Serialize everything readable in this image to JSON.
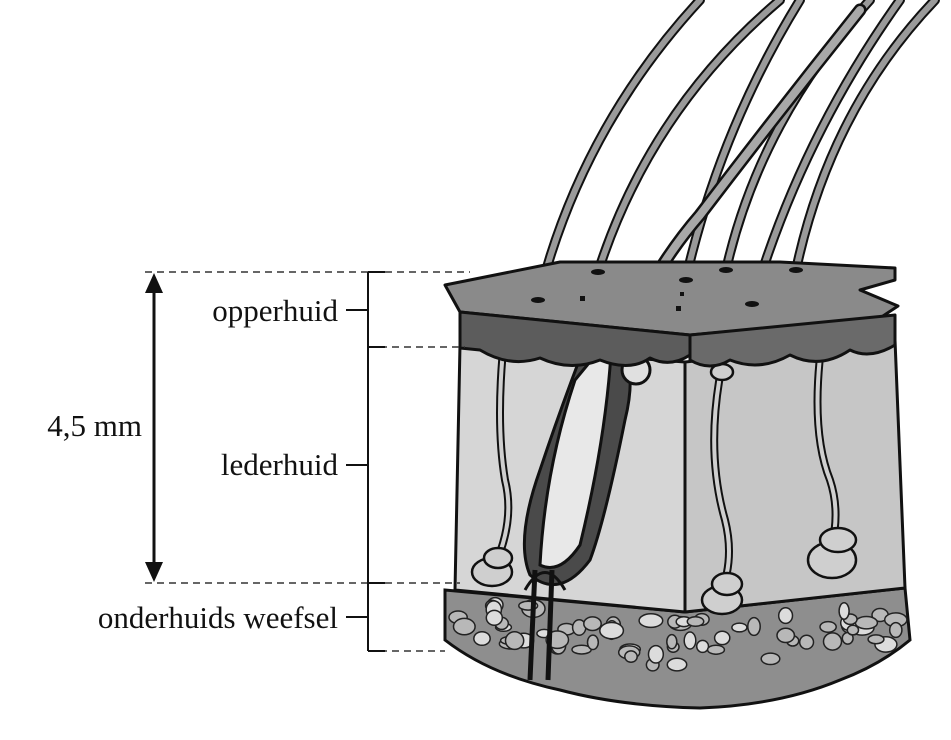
{
  "figure": {
    "layers": {
      "epidermis": "opperhuid",
      "dermis": "lederhuid",
      "subcutis": "onderhuids weefsel"
    },
    "thickness_label": "4,5 mm"
  },
  "colors": {
    "epidermis": "#7a7a7a",
    "epidermis_dark": "#5c5c5c",
    "dermis": "#d6d6d6",
    "dermis_side": "#c6c6c6",
    "subcutis": "#8e8e8e",
    "line": "#111111",
    "hair": "#9a9a9a",
    "follicle": "#4a4a4a"
  }
}
